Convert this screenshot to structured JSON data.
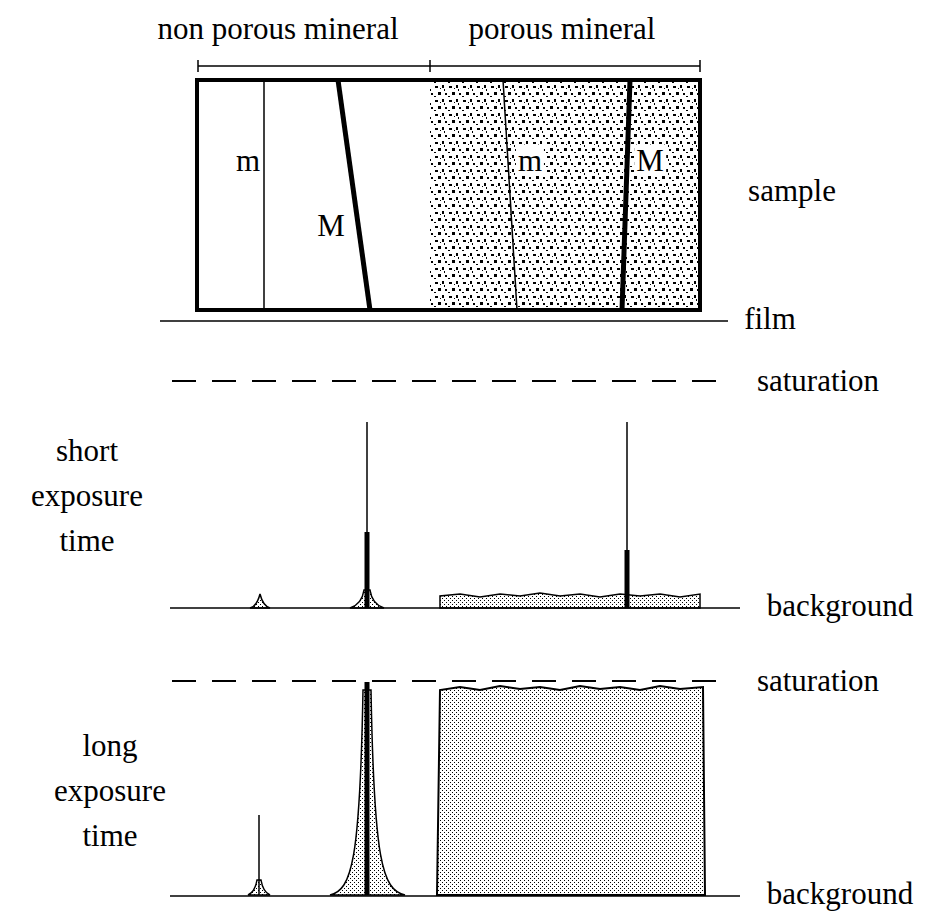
{
  "diagram": {
    "labels": [
      "non porous mineral",
      "porous mineral",
      "m",
      "M",
      "m",
      "M",
      "sample",
      "film",
      "saturation",
      "short exposure time",
      "background",
      "saturation",
      "long exposure time",
      "background"
    ]
  }
}
